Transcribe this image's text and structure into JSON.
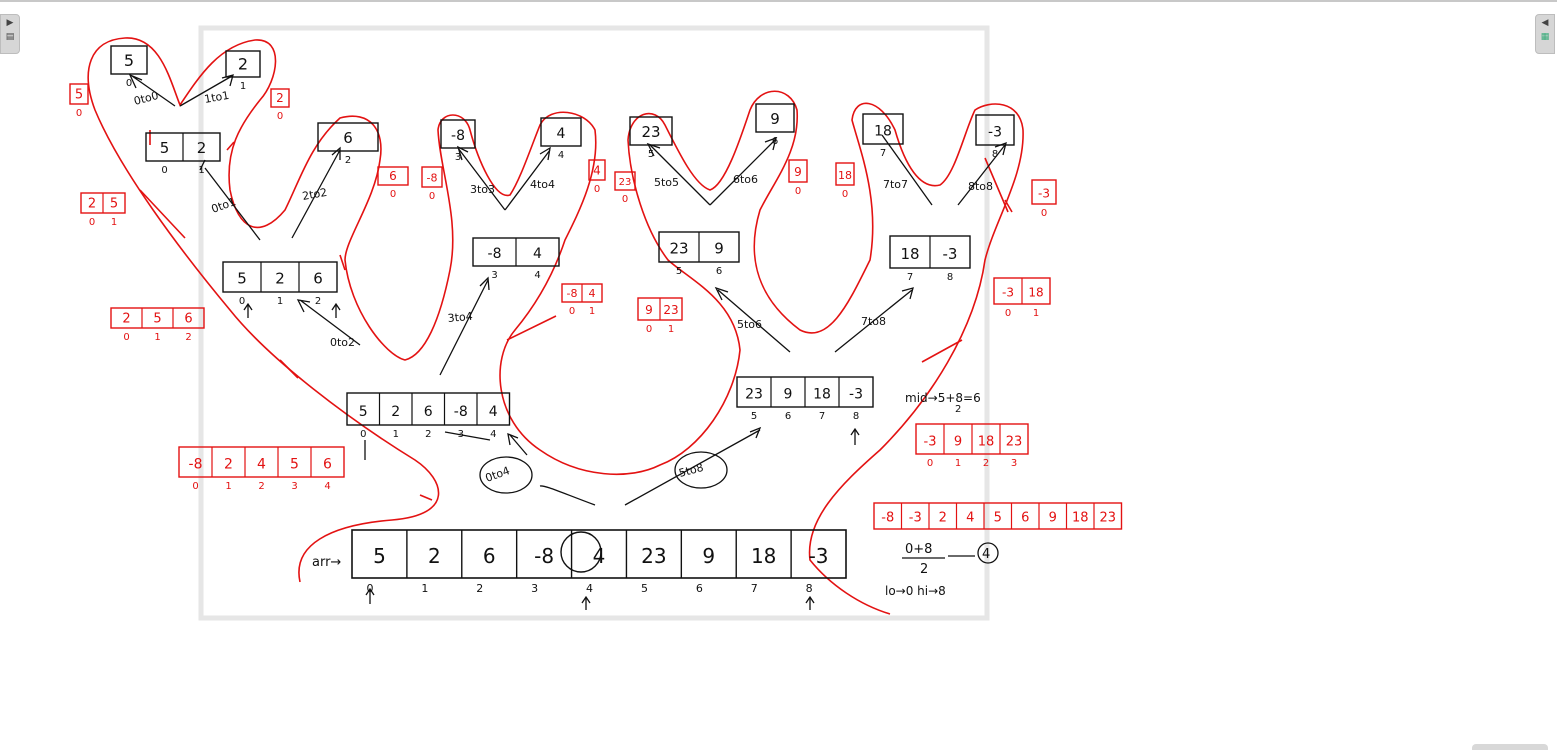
{
  "toolbar": {
    "left_tab_arrow": "▶",
    "right_tab_arrow": "◀",
    "left_tab_icon": "page-icon",
    "right_tab_icon": "grid-icon"
  },
  "colors": {
    "ink": "#111111",
    "red_ink": "#e31212",
    "frame": "#e6e6e6"
  },
  "main_array": {
    "name": "arr",
    "values": [
      "5",
      "2",
      "6",
      "-8",
      "4",
      "23",
      "9",
      "18",
      "-3"
    ],
    "indices": [
      "0",
      "1",
      "2",
      "3",
      "4",
      "5",
      "6",
      "7",
      "8"
    ]
  },
  "level1": {
    "left": {
      "values": [
        "5",
        "2",
        "6",
        "-8",
        "4"
      ],
      "indices": [
        "0",
        "1",
        "2",
        "3",
        "4"
      ]
    },
    "right": {
      "values": [
        "23",
        "9",
        "18",
        "-3"
      ],
      "indices": [
        "5",
        "6",
        "7",
        "8"
      ]
    }
  },
  "level2": {
    "a": {
      "values": [
        "5",
        "2",
        "6"
      ],
      "indices": [
        "0",
        "1",
        "2"
      ]
    },
    "b": {
      "values": [
        "-8",
        "4"
      ],
      "indices": [
        "3",
        "4"
      ]
    },
    "c": {
      "values": [
        "23",
        "9"
      ],
      "indices": [
        "5",
        "6"
      ]
    },
    "d": {
      "values": [
        "18",
        "-3"
      ],
      "indices": [
        "7",
        "8"
      ]
    }
  },
  "level3": {
    "ab": {
      "values": [
        "5",
        "2"
      ],
      "indices": [
        "0",
        "1"
      ]
    },
    "single6": {
      "value": "6",
      "index": "2"
    },
    "single-8": {
      "value": "-8",
      "index": "3"
    },
    "single4": {
      "value": "4",
      "index": "4"
    },
    "single23": {
      "value": "23",
      "index": "5"
    },
    "single9": {
      "value": "9",
      "index": "6"
    },
    "single18": {
      "value": "18",
      "index": "7"
    },
    "single-3": {
      "value": "-3",
      "index": "8"
    }
  },
  "level4": {
    "single5": {
      "value": "5",
      "index": "0"
    },
    "single2": {
      "value": "2",
      "index": "1"
    }
  },
  "ranges": {
    "r0to0": "0to0",
    "r1to1": "1to1",
    "r0to1": "0to1",
    "r2to2": "2to2",
    "r0to2": "0to2",
    "r3to3": "3to3",
    "r4to4": "4to4",
    "r3to4": "3to4",
    "r0to4": "0to4",
    "r5to5": "5to5",
    "r6to6": "6to6",
    "r5to6": "5to6",
    "r7to7": "7to7",
    "r8to8": "8to8",
    "r7to8": "7to8",
    "r5to8": "5to8"
  },
  "merged": {
    "m5": {
      "values": [
        "5"
      ],
      "indices": [
        "0"
      ]
    },
    "m2": {
      "values": [
        "2"
      ],
      "indices": [
        "0"
      ]
    },
    "m25": {
      "values": [
        "2",
        "5"
      ],
      "indices": [
        "0",
        "1"
      ]
    },
    "m6": {
      "values": [
        "6"
      ],
      "indices": [
        "0"
      ]
    },
    "m256": {
      "values": [
        "2",
        "5",
        "6"
      ],
      "indices": [
        "0",
        "1",
        "2"
      ]
    },
    "m-8": {
      "values": [
        "-8"
      ],
      "indices": [
        "0"
      ]
    },
    "m4": {
      "values": [
        "4"
      ],
      "indices": [
        "0"
      ]
    },
    "m-84": {
      "values": [
        "-8",
        "4"
      ],
      "indices": [
        "0",
        "1"
      ]
    },
    "mleft": {
      "values": [
        "-8",
        "2",
        "4",
        "5",
        "6"
      ],
      "indices": [
        "0",
        "1",
        "2",
        "3",
        "4"
      ]
    },
    "m23": {
      "values": [
        "23"
      ],
      "indices": [
        "0"
      ]
    },
    "m9": {
      "values": [
        "9"
      ],
      "indices": [
        "0"
      ]
    },
    "m923": {
      "values": [
        "9",
        "23"
      ],
      "indices": [
        "0",
        "1"
      ]
    },
    "m18": {
      "values": [
        "18"
      ],
      "indices": [
        "0"
      ]
    },
    "m-3": {
      "values": [
        "-3"
      ],
      "indices": [
        "0"
      ]
    },
    "m-318": {
      "values": [
        "-3",
        "18"
      ],
      "indices": [
        "0",
        "1"
      ]
    },
    "mright": {
      "values": [
        "-3",
        "9",
        "18",
        "23"
      ],
      "indices": [
        "0",
        "1",
        "2",
        "3"
      ]
    },
    "final": {
      "values": [
        "-8",
        "-3",
        "2",
        "4",
        "5",
        "6",
        "9",
        "18",
        "23"
      ]
    }
  },
  "notes": {
    "mid_formula": "mid→5+8=6",
    "mid_denominator": "2",
    "mid_formula2_num": "0+8",
    "mid_formula2_den": "2",
    "mid_result": "4",
    "low_high": "lo→0  hi→8",
    "arr_label": "arr→"
  }
}
